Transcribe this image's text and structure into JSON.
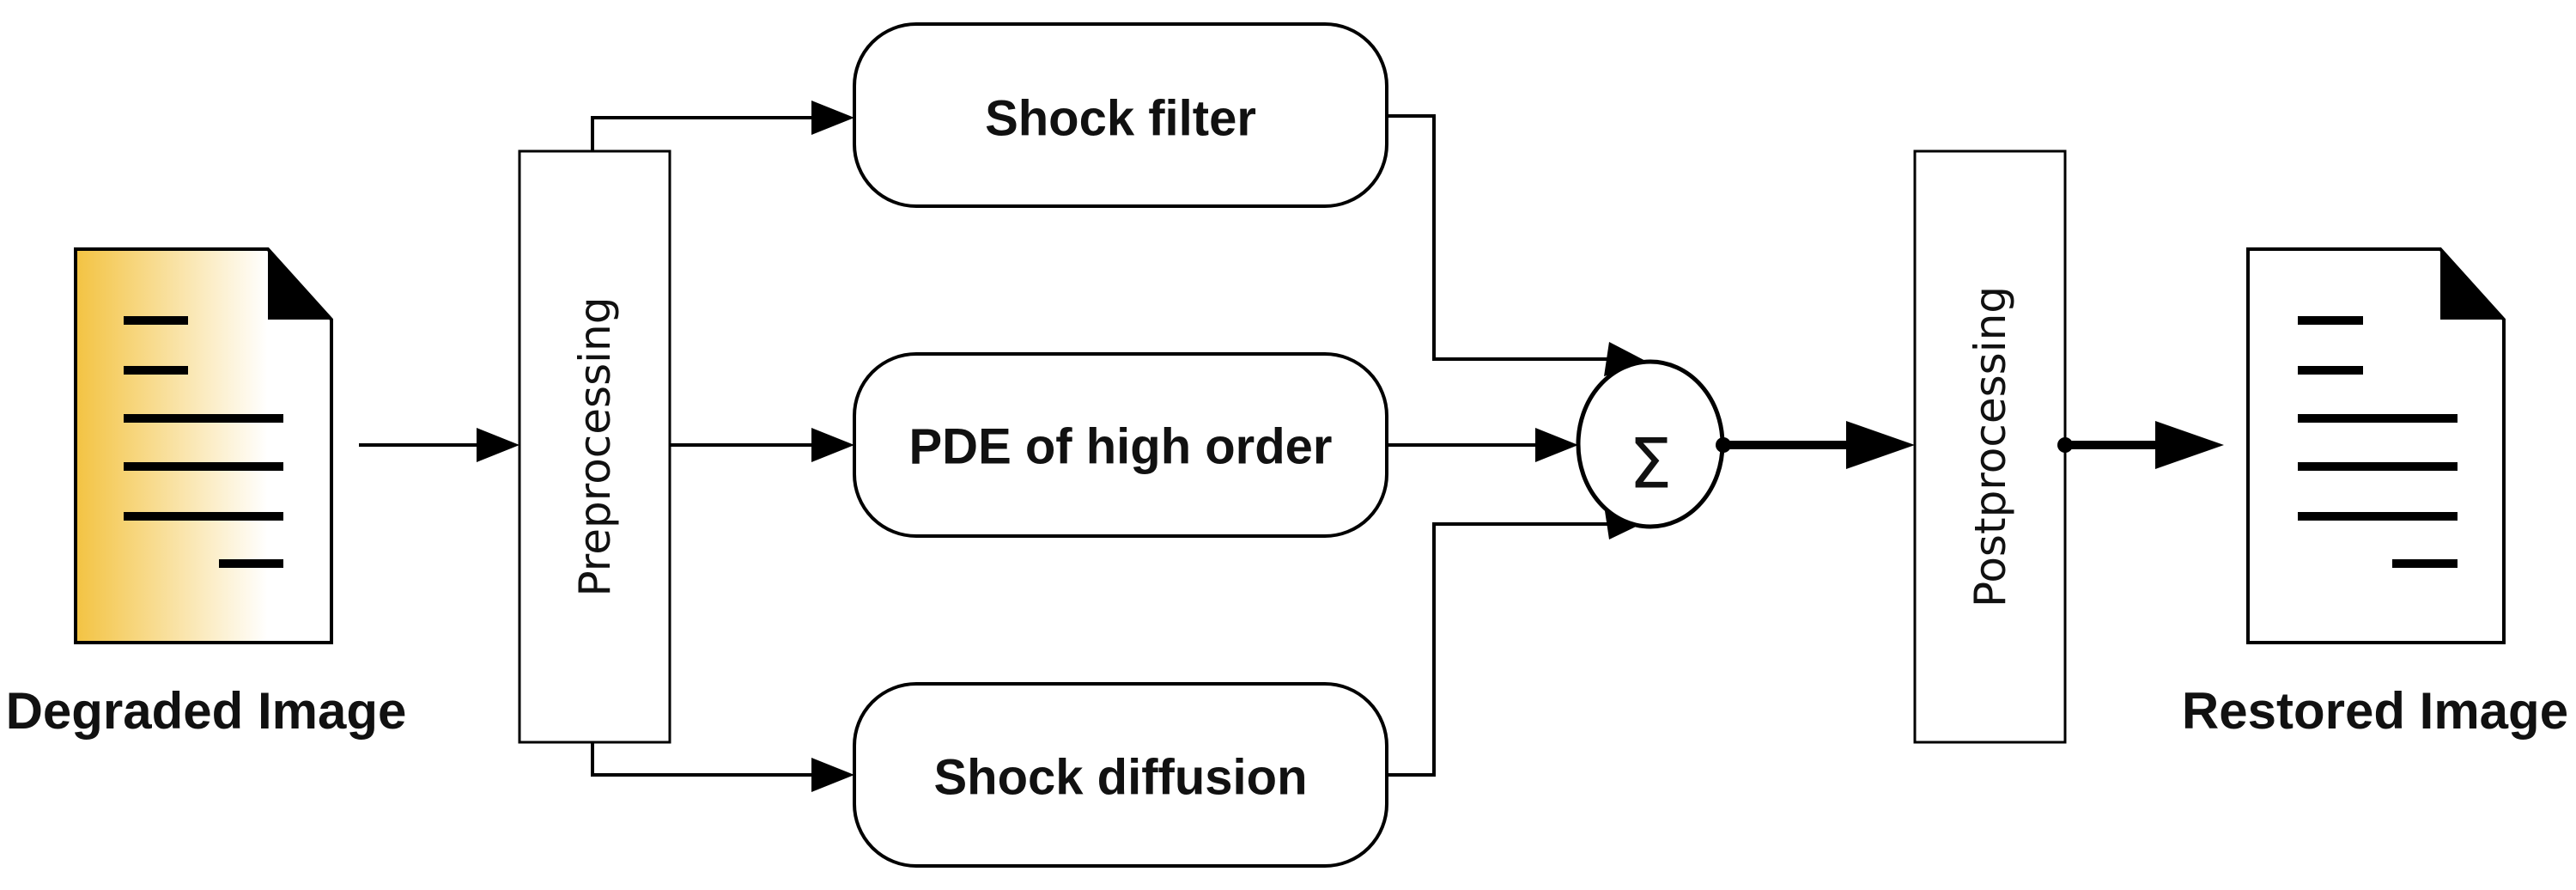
{
  "blocks": {
    "shock_filter": "Shock filter",
    "pde_high_order": "PDE of high order",
    "shock_diffusion": "Shock diffusion",
    "preprocessing": "Preprocessing",
    "postprocessing": "Postprocessing",
    "summation_symbol": "Σ"
  },
  "captions": {
    "input": "Degraded Image",
    "output": "Restored Image"
  },
  "icons": {
    "input_document": "document-icon",
    "output_document": "document-icon"
  },
  "colors": {
    "degraded_gradient_start": "#f3c342",
    "degraded_gradient_end": "#ffffff",
    "stroke": "#000000"
  }
}
